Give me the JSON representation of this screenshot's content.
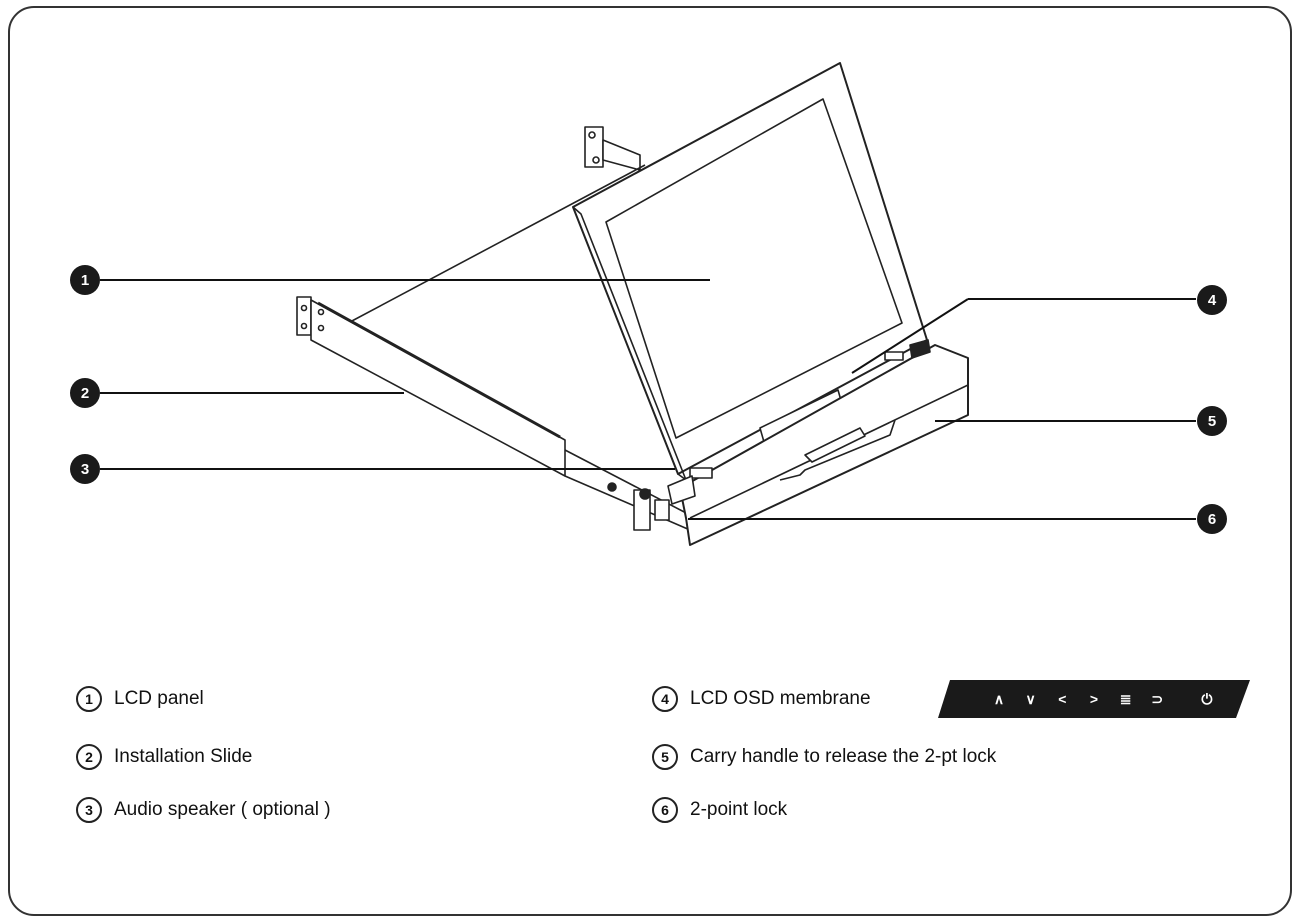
{
  "callouts": [
    "1",
    "2",
    "3",
    "4",
    "5",
    "6"
  ],
  "legend": [
    {
      "num": "1",
      "label": "LCD panel"
    },
    {
      "num": "2",
      "label": "Installation Slide"
    },
    {
      "num": "3",
      "label": "Audio speaker ( optional )"
    },
    {
      "num": "4",
      "label": "LCD OSD membrane"
    },
    {
      "num": "5",
      "label": "Carry handle to release the 2-pt lock"
    },
    {
      "num": "6",
      "label": "2-point lock"
    }
  ],
  "osd_keys": [
    "∧",
    "∨",
    "<",
    ">",
    "≣",
    "⊃",
    "⏻"
  ],
  "colors": {
    "ink": "#1a1a1a",
    "line": "#222222",
    "background": "#ffffff"
  }
}
